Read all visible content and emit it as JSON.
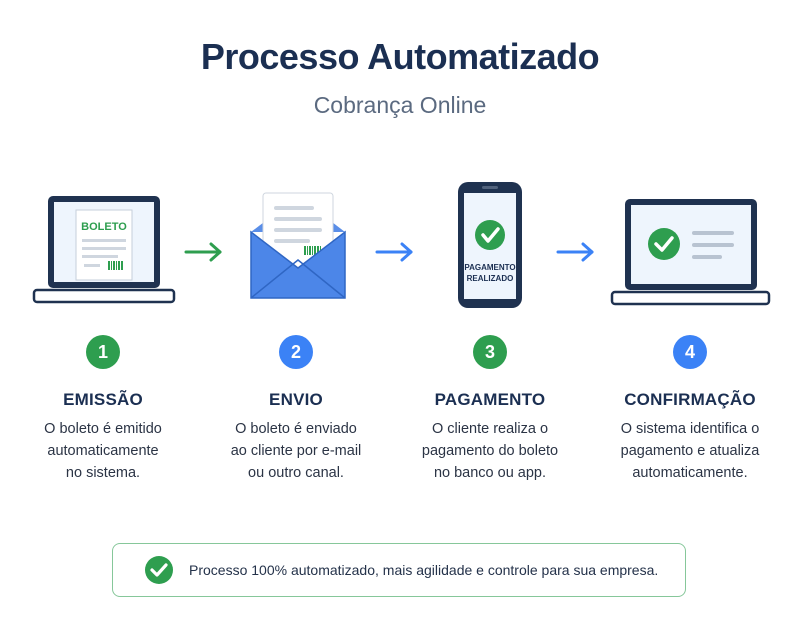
{
  "header": {
    "title": "Processo Automatizado",
    "subtitle": "Cobrança Online"
  },
  "colors": {
    "green": "#2e9e4f",
    "blue": "#3b82f6",
    "navy": "#1b2f52",
    "screen": "#eef5fd"
  },
  "steps": [
    {
      "number": "1",
      "title": "EMISSÃO",
      "desc_lines": [
        "O boleto é emitido",
        "automaticamente",
        "no sistema."
      ],
      "illustration_text": "BOLETO"
    },
    {
      "number": "2",
      "title": "ENVIO",
      "desc_lines": [
        "O boleto é enviado",
        "ao cliente por e-mail",
        "ou outro canal."
      ]
    },
    {
      "number": "3",
      "title": "PAGAMENTO",
      "desc_lines": [
        "O cliente realiza o",
        "pagamento do boleto",
        "no banco ou app."
      ],
      "illustration_text_lines": [
        "PAGAMENTO",
        "REALIZADO"
      ]
    },
    {
      "number": "4",
      "title": "CONFIRMAÇÃO",
      "desc_lines": [
        "O sistema identifica o",
        "pagamento e atualiza",
        "automaticamente."
      ]
    }
  ],
  "banner": {
    "text": "Processo 100% automatizado, mais agilidade e controle para sua empresa."
  }
}
